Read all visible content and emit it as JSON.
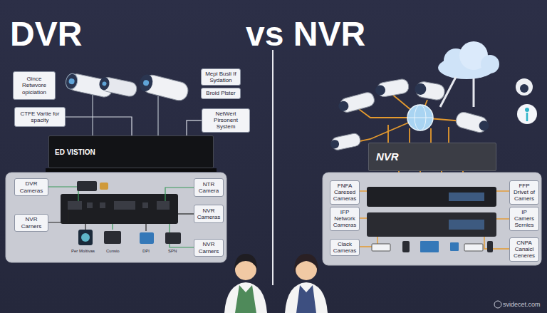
{
  "diagram": {
    "nodes": [
      {
        "text": [
          "Gince Retwvore opiciation"
        ]
      },
      {
        "text": [
          "CTFE Vartie for spacity"
        ]
      },
      {
        "text": [
          "Mepi Busli If Sydation"
        ]
      },
      {
        "text": [
          "Broid Plster"
        ]
      },
      {
        "text": [
          "NetWert Pirsonent System"
        ]
      },
      {
        "text": [
          "ED VISTION"
        ]
      },
      {
        "text": [
          "DVR Cameras"
        ]
      },
      {
        "text": [
          "NVR Carners"
        ]
      },
      {
        "text": [
          "NTR Camera"
        ]
      },
      {
        "text": [
          "NVR Cameras"
        ]
      },
      {
        "text": [
          "NVR Carners"
        ]
      },
      {
        "text": [
          "NVR"
        ]
      },
      {
        "text": [
          "FNFA Caresed Cameras"
        ]
      },
      {
        "text": [
          "IFP Network Cameras"
        ]
      },
      {
        "text": [
          "Clack Cameras"
        ]
      },
      {
        "text": [
          "FFP Drivet of Camers"
        ]
      },
      {
        "text": [
          "IP Camers Sernies"
        ]
      },
      {
        "text": [
          "CNPA Canaicl Ceneres"
        ]
      }
    ],
    "edges": [
      {
        "from": 1,
        "to": 5,
        "arrow": "none"
      },
      {
        "from": 4,
        "to": 5,
        "arrow": "none"
      }
    ],
    "labels": [
      "DVR",
      "vs NVR",
      "Per Moltivas",
      "Cunsio",
      "DPI",
      "SPN",
      "svidecet.com"
    ]
  }
}
